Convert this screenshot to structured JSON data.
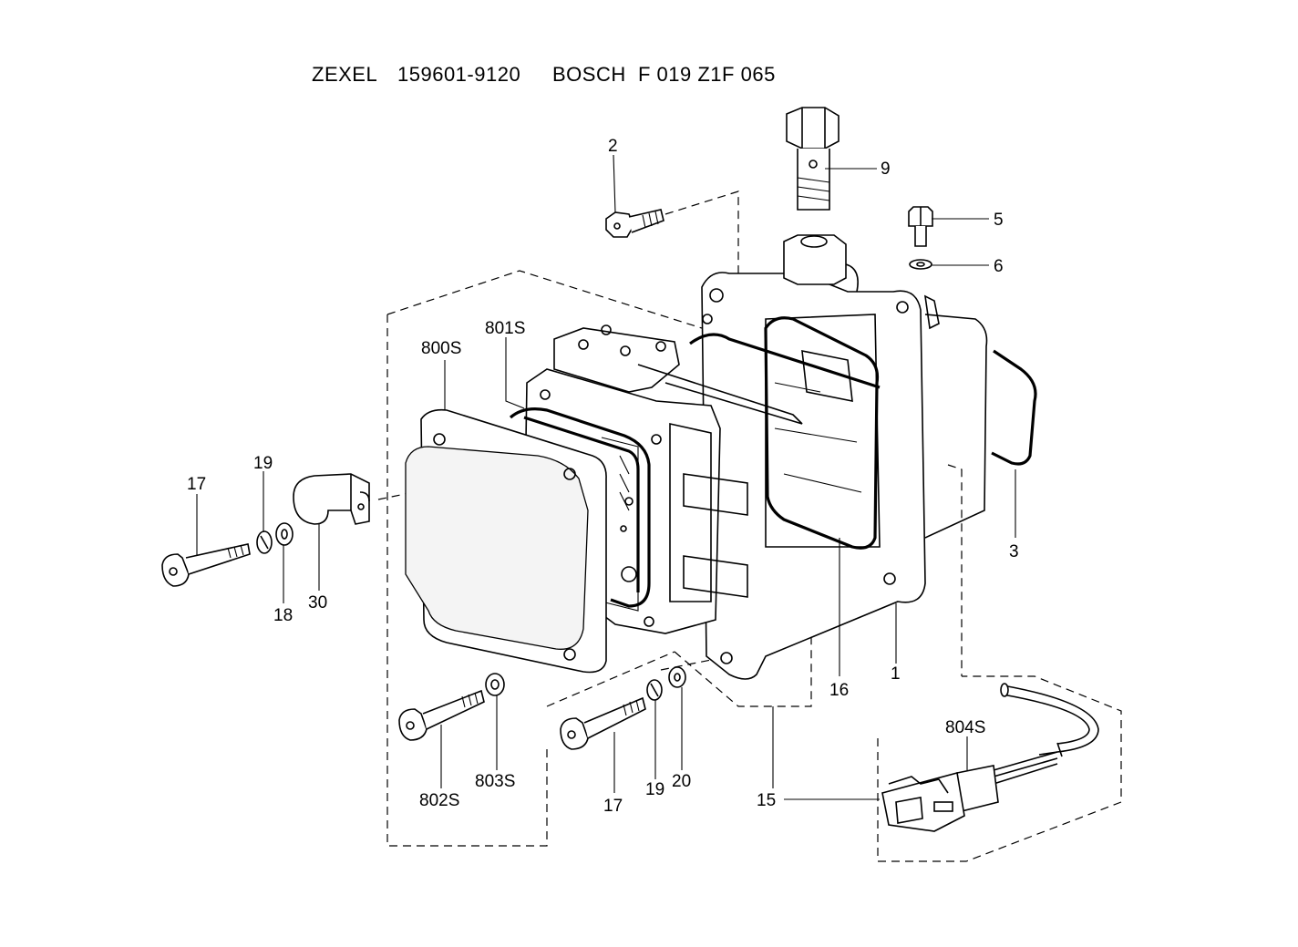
{
  "title": {
    "brand1": "ZEXEL",
    "part1": "159601-9120",
    "brand2": "BOSCH",
    "part2": "F 019 Z1F 065"
  },
  "callouts": {
    "c1": "1",
    "c2": "2",
    "c3": "3",
    "c5": "5",
    "c6": "6",
    "c9": "9",
    "c15": "15",
    "c16": "16",
    "c17a": "17",
    "c17b": "17",
    "c18": "18",
    "c19a": "19",
    "c19b": "19",
    "c20": "20",
    "c30": "30",
    "c800s": "800S",
    "c801s": "801S",
    "c802s": "802S",
    "c803s": "803S",
    "c804s": "804S"
  }
}
